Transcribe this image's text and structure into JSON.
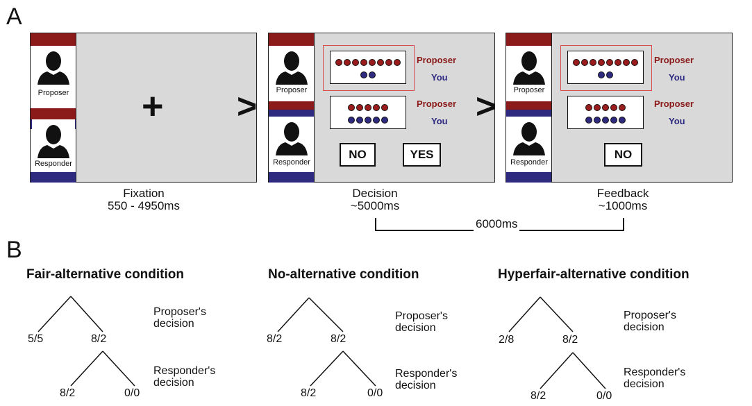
{
  "panel_a": {
    "letter": "A",
    "screens": [
      {
        "caption": [
          "Fixation",
          "550 - 4950ms"
        ],
        "proposer_label": "Proposer",
        "responder_label": "Responder",
        "center_symbol": "+"
      },
      {
        "caption": [
          "Decision",
          "~5000ms"
        ],
        "proposer_label": "Proposer",
        "responder_label": "Responder",
        "offers": [
          {
            "proposer_dots": 8,
            "you_dots": 2,
            "proposer_text": "Proposer",
            "you_text": "You",
            "highlighted": true
          },
          {
            "proposer_dots": 5,
            "you_dots": 5,
            "proposer_text": "Proposer",
            "you_text": "You",
            "highlighted": false
          }
        ],
        "buttons": [
          "NO",
          "YES"
        ]
      },
      {
        "caption": [
          "Feedback",
          "~1000ms"
        ],
        "proposer_label": "Proposer",
        "responder_label": "Responder",
        "offers": [
          {
            "proposer_dots": 8,
            "you_dots": 2,
            "proposer_text": "Proposer",
            "you_text": "You",
            "highlighted": true
          },
          {
            "proposer_dots": 5,
            "you_dots": 5,
            "proposer_text": "Proposer",
            "you_text": "You",
            "highlighted": false
          }
        ],
        "buttons": [
          "NO"
        ]
      }
    ],
    "separator": ">",
    "timing_bracket_label": "6000ms",
    "colors": {
      "proposer": "#8b1a1a",
      "responder": "#2e2a80",
      "screen_bg": "#d9d9d9",
      "highlight": "#d84c4c"
    }
  },
  "panel_b": {
    "letter": "B",
    "conditions": [
      {
        "title": "Fair-alternative condition",
        "proposer_options": [
          "5/5",
          "8/2"
        ],
        "responder_options": [
          "8/2",
          "0/0"
        ],
        "proposer_decision": [
          "Proposer's",
          "decision"
        ],
        "responder_decision": [
          "Responder's",
          "decision"
        ]
      },
      {
        "title": "No-alternative condition",
        "proposer_options": [
          "8/2",
          "8/2"
        ],
        "responder_options": [
          "8/2",
          "0/0"
        ],
        "proposer_decision": [
          "Proposer's",
          "decision"
        ],
        "responder_decision": [
          "Responder's",
          "decision"
        ]
      },
      {
        "title": "Hyperfair-alternative condition",
        "proposer_options": [
          "2/8",
          "8/2"
        ],
        "responder_options": [
          "8/2",
          "0/0"
        ],
        "proposer_decision": [
          "Proposer's",
          "decision"
        ],
        "responder_decision": [
          "Responder's",
          "decision"
        ]
      }
    ]
  }
}
